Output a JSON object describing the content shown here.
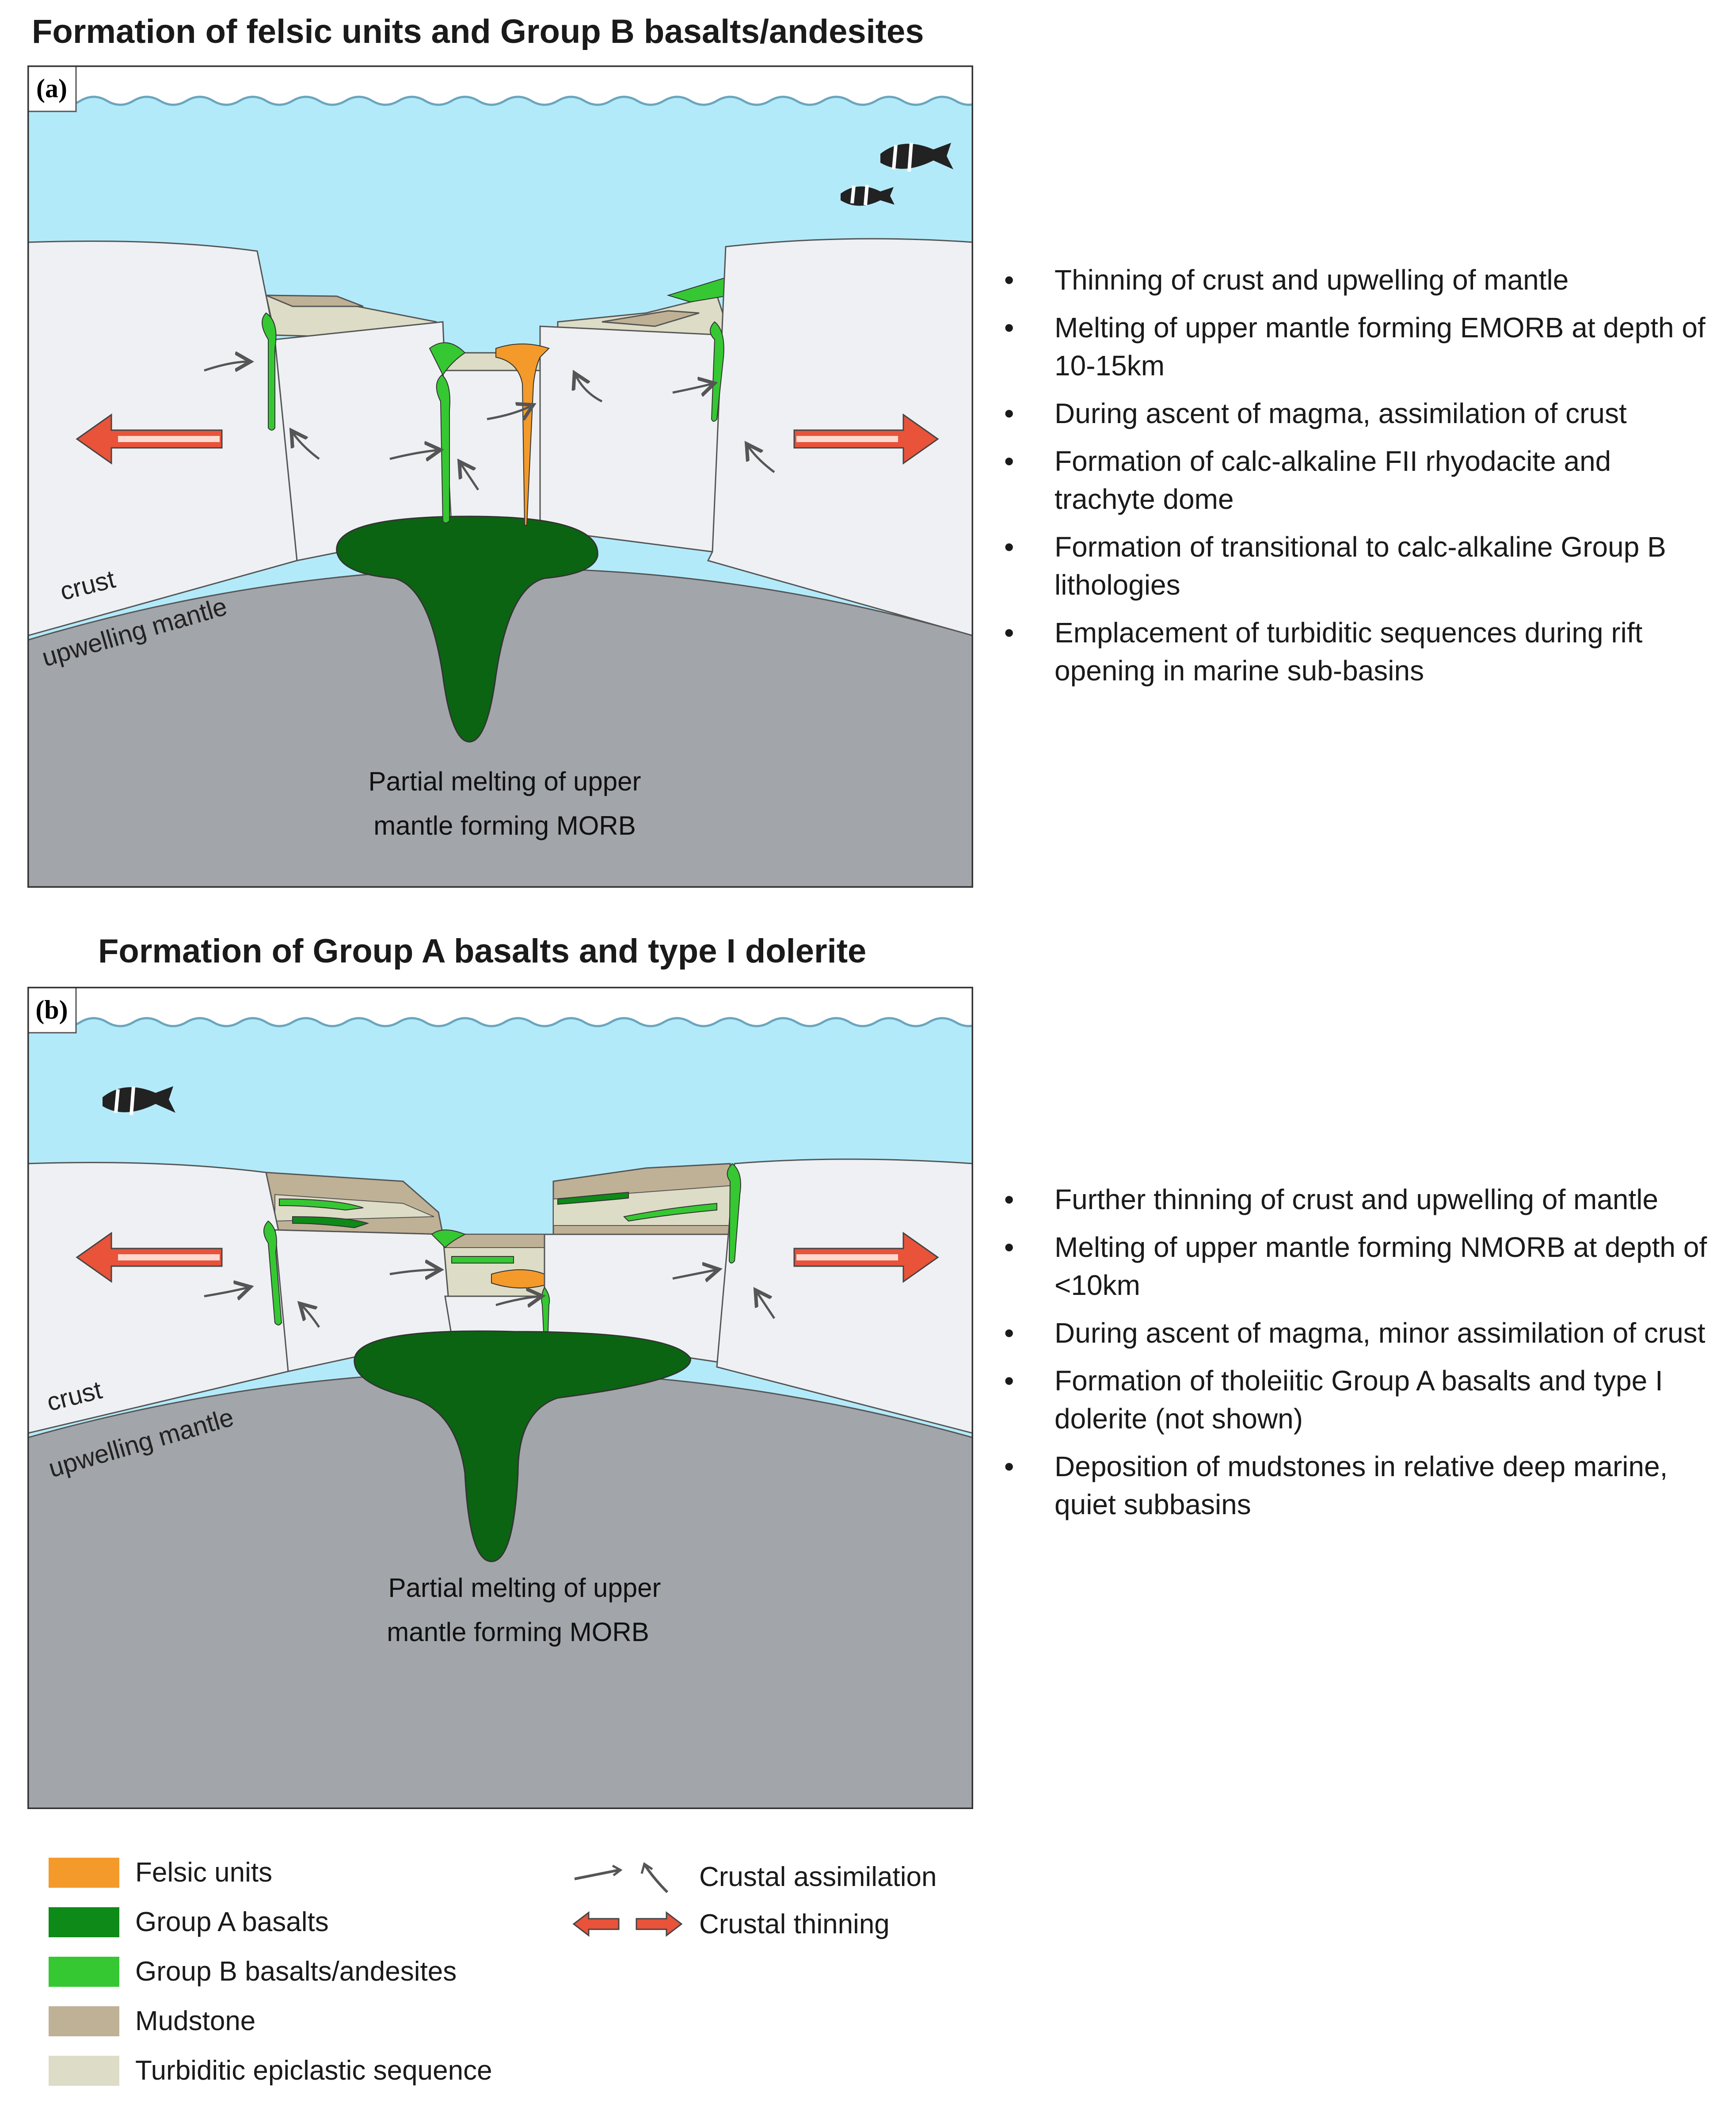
{
  "panel_a": {
    "title": "Formation of felsic units and Group B basalts/andesites",
    "tag": "(a)",
    "crust_label": "crust",
    "mantle_label": "upwelling mantle",
    "melt_label_line1": "Partial melting of upper",
    "melt_label_line2": "mantle forming MORB",
    "bullets": [
      "Thinning of crust and upwelling of mantle",
      "Melting of upper mantle forming EMORB at depth of 10-15km",
      "During ascent of magma, assimilation of crust",
      "Formation of calc-alkaline FII rhyodacite and trachyte dome",
      "Formation of transitional to calc-alkaline Group B lithologies",
      "Emplacement of turbiditic sequences during rift opening in marine sub-basins"
    ]
  },
  "panel_b": {
    "title": "Formation of Group A basalts and type I dolerite",
    "tag": "(b)",
    "crust_label": "crust",
    "mantle_label": "upwelling mantle",
    "melt_label_line1": "Partial melting of upper",
    "melt_label_line2": "mantle forming MORB",
    "bullets": [
      "Further thinning of crust and upwelling of mantle",
      "Melting of upper mantle forming NMORB at depth of <10km",
      "During ascent of magma, minor assimilation of crust",
      "Formation of tholeiitic Group A basalts and type I dolerite (not shown)",
      "Deposition of mudstones in relative deep marine, quiet subbasins"
    ]
  },
  "legend": {
    "units": [
      {
        "label": "Felsic units",
        "color": "#f39a2b"
      },
      {
        "label": "Group A basalts",
        "color": "#0e8a18"
      },
      {
        "label": "Group B basalts/andesites",
        "color": "#36c832"
      },
      {
        "label": "Mudstone",
        "color": "#bfb196"
      },
      {
        "label": "Turbiditic epiclastic sequence",
        "color": "#dddcc6"
      }
    ],
    "assimilation_label": "Crustal assimilation",
    "thinning_label": "Crustal thinning"
  },
  "colors": {
    "sea": "#b3eafa",
    "crust": "#eef0f3",
    "mantle": "#a2a5a9",
    "dark_melt": "#0b6412",
    "arrow_fill": "#e8533a"
  }
}
